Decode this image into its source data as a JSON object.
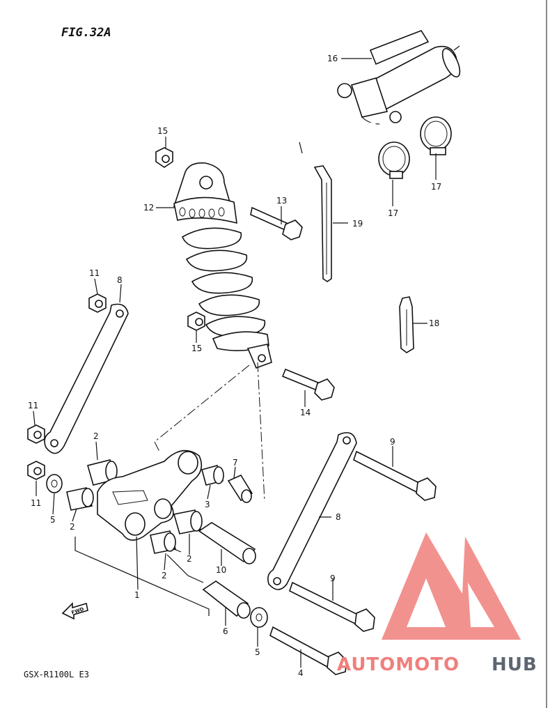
{
  "figure_title": "FIG.32A",
  "model_code": "GSX-R1100L E3",
  "fwd_label": "FWD",
  "watermark": {
    "part1": "AUTOMOTO",
    "part2": "HUB"
  },
  "callouts": {
    "c1": "1",
    "c2a": "2",
    "c2b": "2",
    "c2c": "2",
    "c2d": "2",
    "c3": "3",
    "c4": "4",
    "c5a": "5",
    "c5b": "5",
    "c6": "6",
    "c7": "7",
    "c8a": "8",
    "c8b": "8",
    "c9a": "9",
    "c9b": "9",
    "c10": "10",
    "c11a": "11",
    "c11b": "11",
    "c11c": "11",
    "c12": "12",
    "c13": "13",
    "c14": "14",
    "c15a": "15",
    "c15b": "15",
    "c16": "16",
    "c17a": "17",
    "c17b": "17",
    "c18": "18",
    "c19": "19"
  },
  "colors": {
    "ink": "#111111",
    "watermark_red": "#f07f7b",
    "watermark_gray": "#5d6671"
  }
}
